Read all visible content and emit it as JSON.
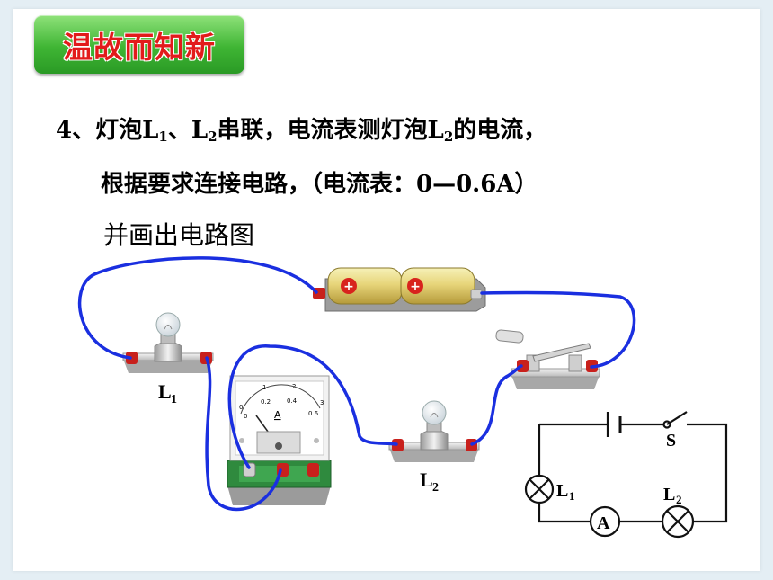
{
  "header": {
    "badge": "温故而知新"
  },
  "question": {
    "line1": {
      "prefix": "4、灯泡L",
      "sub1": "1",
      "mid1": "、L",
      "sub2": "2",
      "mid2": "串联，电流表测灯泡L",
      "sub3": "2",
      "suffix": "的电流，"
    },
    "line2": "根据要求连接电路，（电流表：0—0.6A）",
    "line3": "并画出电路图"
  },
  "apparatus": {
    "lamp1": {
      "label": "L",
      "sub": "1"
    },
    "lamp2": {
      "label": "L",
      "sub": "2"
    },
    "ammeter": {
      "unit": "A",
      "scale": [
        "0",
        "1",
        "2",
        "3",
        "0",
        "0.2",
        "0.4",
        "0.6"
      ]
    },
    "battery": {
      "symbol": "⊕"
    }
  },
  "schematic": {
    "switch_label": "S",
    "lamp1_label": "L",
    "lamp1_sub": "1",
    "lamp2_label": "L",
    "lamp2_sub": "2",
    "ammeter_label": "A"
  },
  "colors": {
    "wire": "#1a2fe0",
    "terminal": "#c8201c",
    "badge": "#3fb534"
  }
}
